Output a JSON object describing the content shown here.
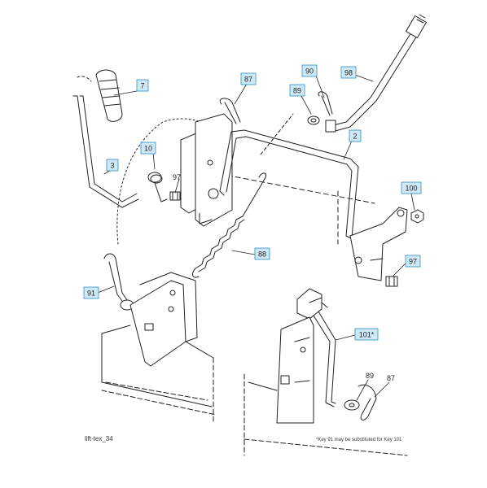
{
  "callouts": {
    "c7": "7",
    "c87a": "87",
    "c90": "90",
    "c98": "98",
    "c89a": "89",
    "c10": "10",
    "c97a": "97",
    "c3": "3",
    "c2": "2",
    "c100": "100",
    "c88": "88",
    "c97b": "97",
    "c91": "91",
    "c101": "101*",
    "c89b": "89",
    "c87b": "87"
  },
  "footer": {
    "drawing_id": "lift-tex_34",
    "note": "*Key 91 may be substituted for Key 101"
  },
  "colors": {
    "callout_fill": "#cfe8f5",
    "callout_border": "#2f8fc4",
    "line": "#222222"
  }
}
